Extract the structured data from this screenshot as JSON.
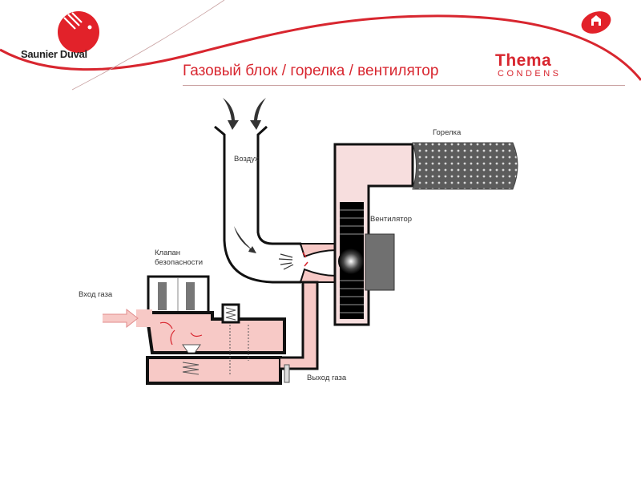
{
  "header": {
    "title": "Газовый блок / горелка / вентилятор",
    "brand_name": "Saunier Duval",
    "product_logo_line1": "Thema",
    "product_logo_line2": "CONDENS",
    "home_icon": "home-icon"
  },
  "diagram": {
    "labels": {
      "air": "Воздух",
      "burner": "Горелка",
      "fan": "Вентилятор",
      "safety_valve_line1": "Клапан",
      "safety_valve_line2": "безопасности",
      "gas_inlet": "Вход газа",
      "gas_outlet": "Выход газа"
    }
  },
  "colors": {
    "accent": "#d8262f",
    "gas_fill": "#f7c9c6",
    "burner_grey": "#6a6a6a",
    "motor_grey": "#777777"
  }
}
